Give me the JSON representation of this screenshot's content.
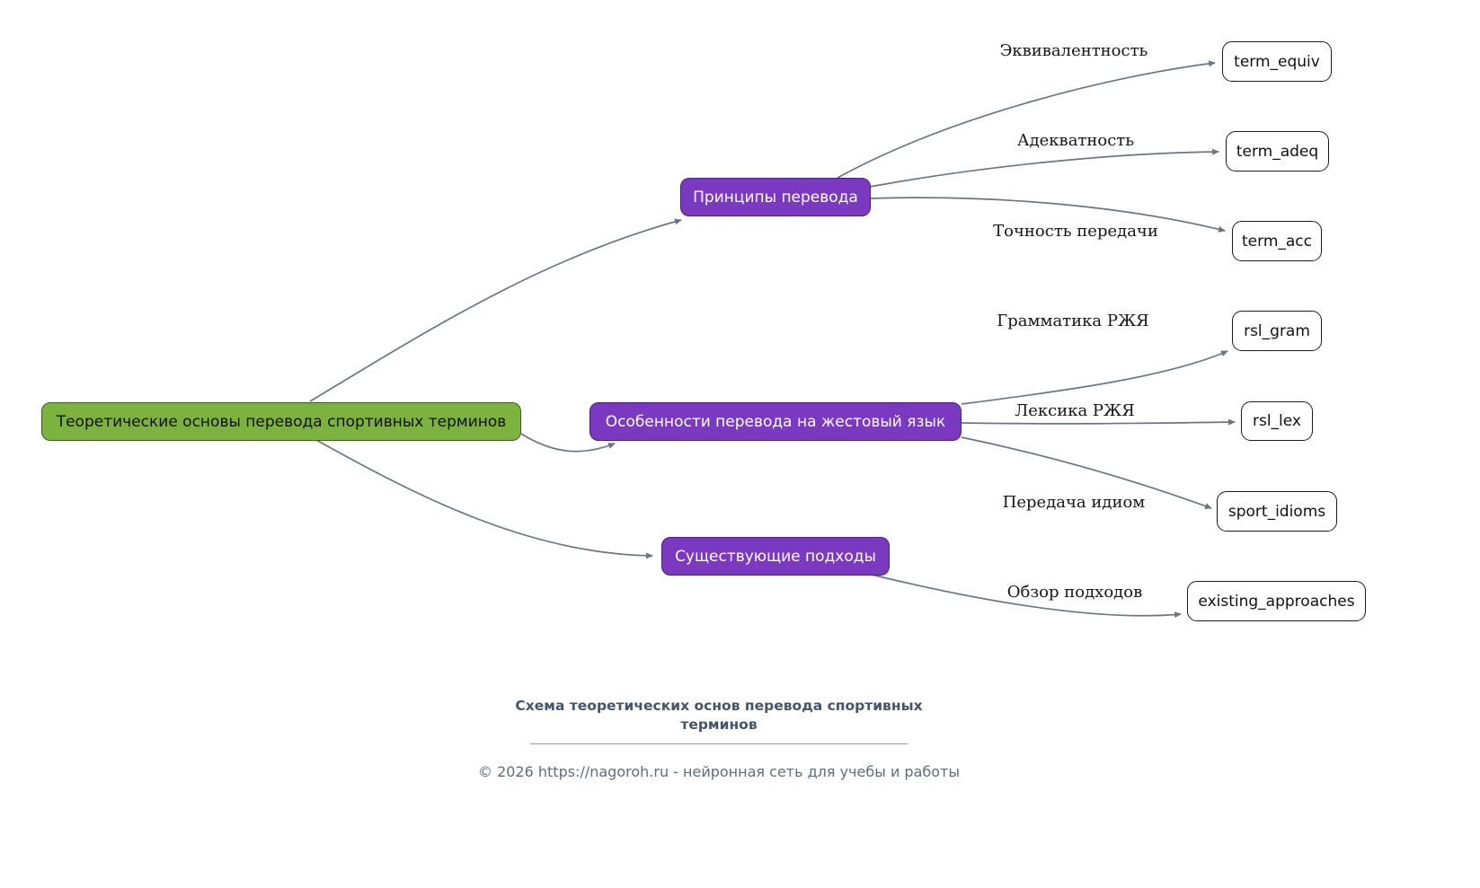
{
  "nodes": {
    "root": {
      "label": "Теоретические основы перевода спортивных терминов"
    },
    "principles": {
      "label": "Принципы перевода"
    },
    "features": {
      "label": "Особенности перевода на жестовый язык"
    },
    "approaches": {
      "label": "Существующие подходы"
    },
    "term_equiv": {
      "label": "term_equiv"
    },
    "term_adeq": {
      "label": "term_adeq"
    },
    "term_acc": {
      "label": "term_acc"
    },
    "rsl_gram": {
      "label": "rsl_gram"
    },
    "rsl_lex": {
      "label": "rsl_lex"
    },
    "sport_idioms": {
      "label": "sport_idioms"
    },
    "existing_approaches": {
      "label": "existing_approaches"
    }
  },
  "edge_labels": {
    "equiv": "Эквивалентность",
    "adeq": "Адекватность",
    "acc": "Точность передачи",
    "gram": "Грамматика РЖЯ",
    "lex": "Лексика РЖЯ",
    "idioms": "Передача идиом",
    "overview": "Обзор подходов"
  },
  "caption": {
    "title": "Схема теоретических основ перевода спортивных терминов",
    "copyright": "© 2026 https://nagoroh.ru - нейронная сеть для учебы и работы"
  },
  "colors": {
    "root_fill": "#7cb33e",
    "branch_fill": "#7b38c0",
    "leaf_fill": "#ffffff",
    "edge_stroke": "#697684",
    "caption_title": "#44546a",
    "caption_copyright": "#5d6d7e"
  }
}
